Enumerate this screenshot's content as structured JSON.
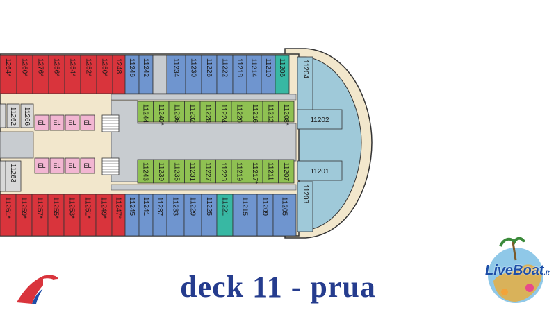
{
  "title": "deck  11  -  prua",
  "colors": {
    "red": "#d9343c",
    "blue": "#6f95cf",
    "green": "#8fc152",
    "teal": "#38b8a3",
    "lightblue": "#9fc9d9",
    "pink": "#f2b6d2",
    "corridor": "#c8ccd0",
    "deck_bg": "#f2e7cc",
    "outline": "#333333"
  },
  "cabins": {
    "top_row": [
      {
        "id": "1264*",
        "color": "red"
      },
      {
        "id": "1260*",
        "color": "red"
      },
      {
        "id": "1276*",
        "color": "red"
      },
      {
        "id": "1256*",
        "color": "red"
      },
      {
        "id": "1254*",
        "color": "red"
      },
      {
        "id": "1252*",
        "color": "red"
      },
      {
        "id": "1250*",
        "color": "red"
      },
      {
        "id": "1248",
        "color": "red"
      },
      {
        "id": "11246",
        "color": "blue"
      },
      {
        "id": "11242",
        "color": "blue"
      },
      {
        "id": "",
        "color": "corridor"
      },
      {
        "id": "11234",
        "color": "blue"
      },
      {
        "id": "11230",
        "color": "blue"
      },
      {
        "id": "11226",
        "color": "blue"
      },
      {
        "id": "11222",
        "color": "blue"
      },
      {
        "id": "11218",
        "color": "blue"
      },
      {
        "id": "11214",
        "color": "blue"
      },
      {
        "id": "11210",
        "color": "blue"
      },
      {
        "id": "11206",
        "color": "teal"
      }
    ],
    "bottom_row": [
      {
        "id": "11261*",
        "color": "red"
      },
      {
        "id": "11259*",
        "color": "red"
      },
      {
        "id": "11257*",
        "color": "red"
      },
      {
        "id": "11255*",
        "color": "red"
      },
      {
        "id": "11253*",
        "color": "red"
      },
      {
        "id": "11251*",
        "color": "red"
      },
      {
        "id": "11249*",
        "color": "red"
      },
      {
        "id": "11247*",
        "color": "red"
      },
      {
        "id": "11245",
        "color": "blue"
      },
      {
        "id": "11241",
        "color": "blue"
      },
      {
        "id": "11237",
        "color": "blue"
      },
      {
        "id": "11233",
        "color": "blue"
      },
      {
        "id": "11229",
        "color": "blue"
      },
      {
        "id": "11225",
        "color": "blue"
      },
      {
        "id": "11221",
        "color": "teal"
      },
      {
        "id": "11215",
        "color": "blue"
      },
      {
        "id": "11209",
        "color": "blue"
      },
      {
        "id": "11205",
        "color": "blue"
      }
    ],
    "inner_top": [
      {
        "id": "11244",
        "color": "green"
      },
      {
        "id": "11240*",
        "color": "green"
      },
      {
        "id": "11236",
        "color": "green"
      },
      {
        "id": "11232",
        "color": "green"
      },
      {
        "id": "11228",
        "color": "green"
      },
      {
        "id": "11224",
        "color": "green"
      },
      {
        "id": "11220",
        "color": "green"
      },
      {
        "id": "11216",
        "color": "green"
      },
      {
        "id": "11212",
        "color": "green"
      },
      {
        "id": "11208*",
        "color": "green"
      }
    ],
    "inner_bottom": [
      {
        "id": "11243",
        "color": "green"
      },
      {
        "id": "11239",
        "color": "green"
      },
      {
        "id": "11235",
        "color": "green"
      },
      {
        "id": "11231",
        "color": "green"
      },
      {
        "id": "11227",
        "color": "green"
      },
      {
        "id": "11223",
        "color": "green"
      },
      {
        "id": "11219",
        "color": "green"
      },
      {
        "id": "11217*",
        "color": "green"
      },
      {
        "id": "11211",
        "color": "green"
      },
      {
        "id": "11207",
        "color": "green"
      }
    ],
    "left_side": [
      {
        "id": "11262",
        "color": "lightgray"
      },
      {
        "id": "11266",
        "color": "lightgray"
      },
      {
        "id": "11263",
        "color": "lightgray"
      }
    ],
    "bow": [
      {
        "id": "11204",
        "color": "lightblue"
      },
      {
        "id": "11202",
        "color": "lightblue"
      },
      {
        "id": "11201",
        "color": "lightblue"
      },
      {
        "id": "11203",
        "color": "lightblue"
      }
    ]
  },
  "elevators": {
    "top": [
      "EL",
      "EL",
      "EL",
      "EL"
    ],
    "bottom": [
      "EL",
      "EL",
      "EL",
      "EL"
    ]
  },
  "logos": {
    "right_brand": "LiveBoat",
    "right_suffix": ".it"
  }
}
